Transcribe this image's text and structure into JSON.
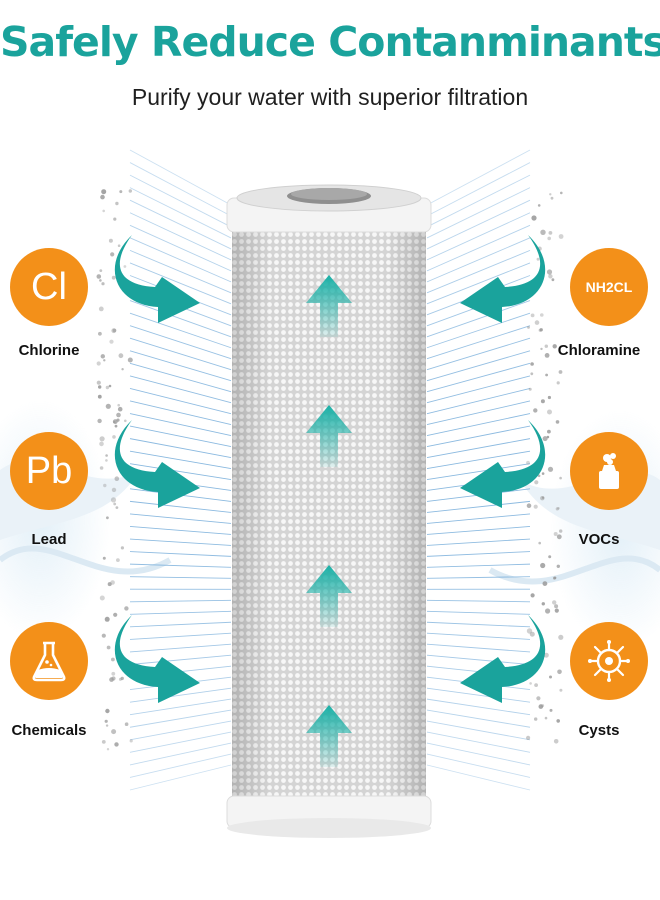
{
  "header": {
    "title": "Safely Reduce Contanminants",
    "subtitle": "Purify your water with superior filtration"
  },
  "colors": {
    "title": "#1aa39c",
    "badge": "#f39019",
    "arrow": "#1aa39c",
    "lines": "#6ea8d8",
    "dots": "#9a9a9a"
  },
  "contaminants": {
    "left": [
      {
        "symbol": "Cl",
        "label": "Chlorine",
        "icon": "chlorine-symbol"
      },
      {
        "symbol": "Pb",
        "label": "Lead",
        "icon": "lead-symbol"
      },
      {
        "symbol": "",
        "label": "Chemicals",
        "icon": "flask-icon"
      }
    ],
    "right": [
      {
        "symbol": "NH2CL",
        "label": "Chloramine",
        "icon": "chloramine-symbol"
      },
      {
        "symbol": "",
        "label": "VOCs",
        "icon": "factory-icon"
      },
      {
        "symbol": "",
        "label": "Cysts",
        "icon": "microbe-icon"
      }
    ]
  }
}
